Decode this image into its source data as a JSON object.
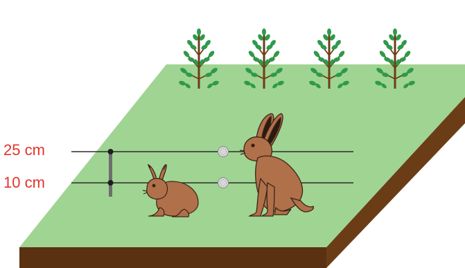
{
  "fence": {
    "upper_wire_label": "25 cm",
    "lower_wire_label": "10 cm"
  },
  "colors": {
    "label_red": "#e2332d",
    "grass": "#a0d492",
    "soil_side": "#6b3d17",
    "soil_front": "#5a3212",
    "wire": "#2b2b2b",
    "hare_fur": "#b0704a",
    "hare_outline": "#3a2418",
    "tree_leaf": "#2e9a4a",
    "tree_trunk": "#6b3d17"
  },
  "icons": {
    "trees": "tree-icon",
    "small_hare": "rabbit-icon",
    "large_hare": "hare-icon",
    "insulators": "insulator-icon"
  },
  "counts": {
    "trees": 4,
    "hares": 2
  }
}
